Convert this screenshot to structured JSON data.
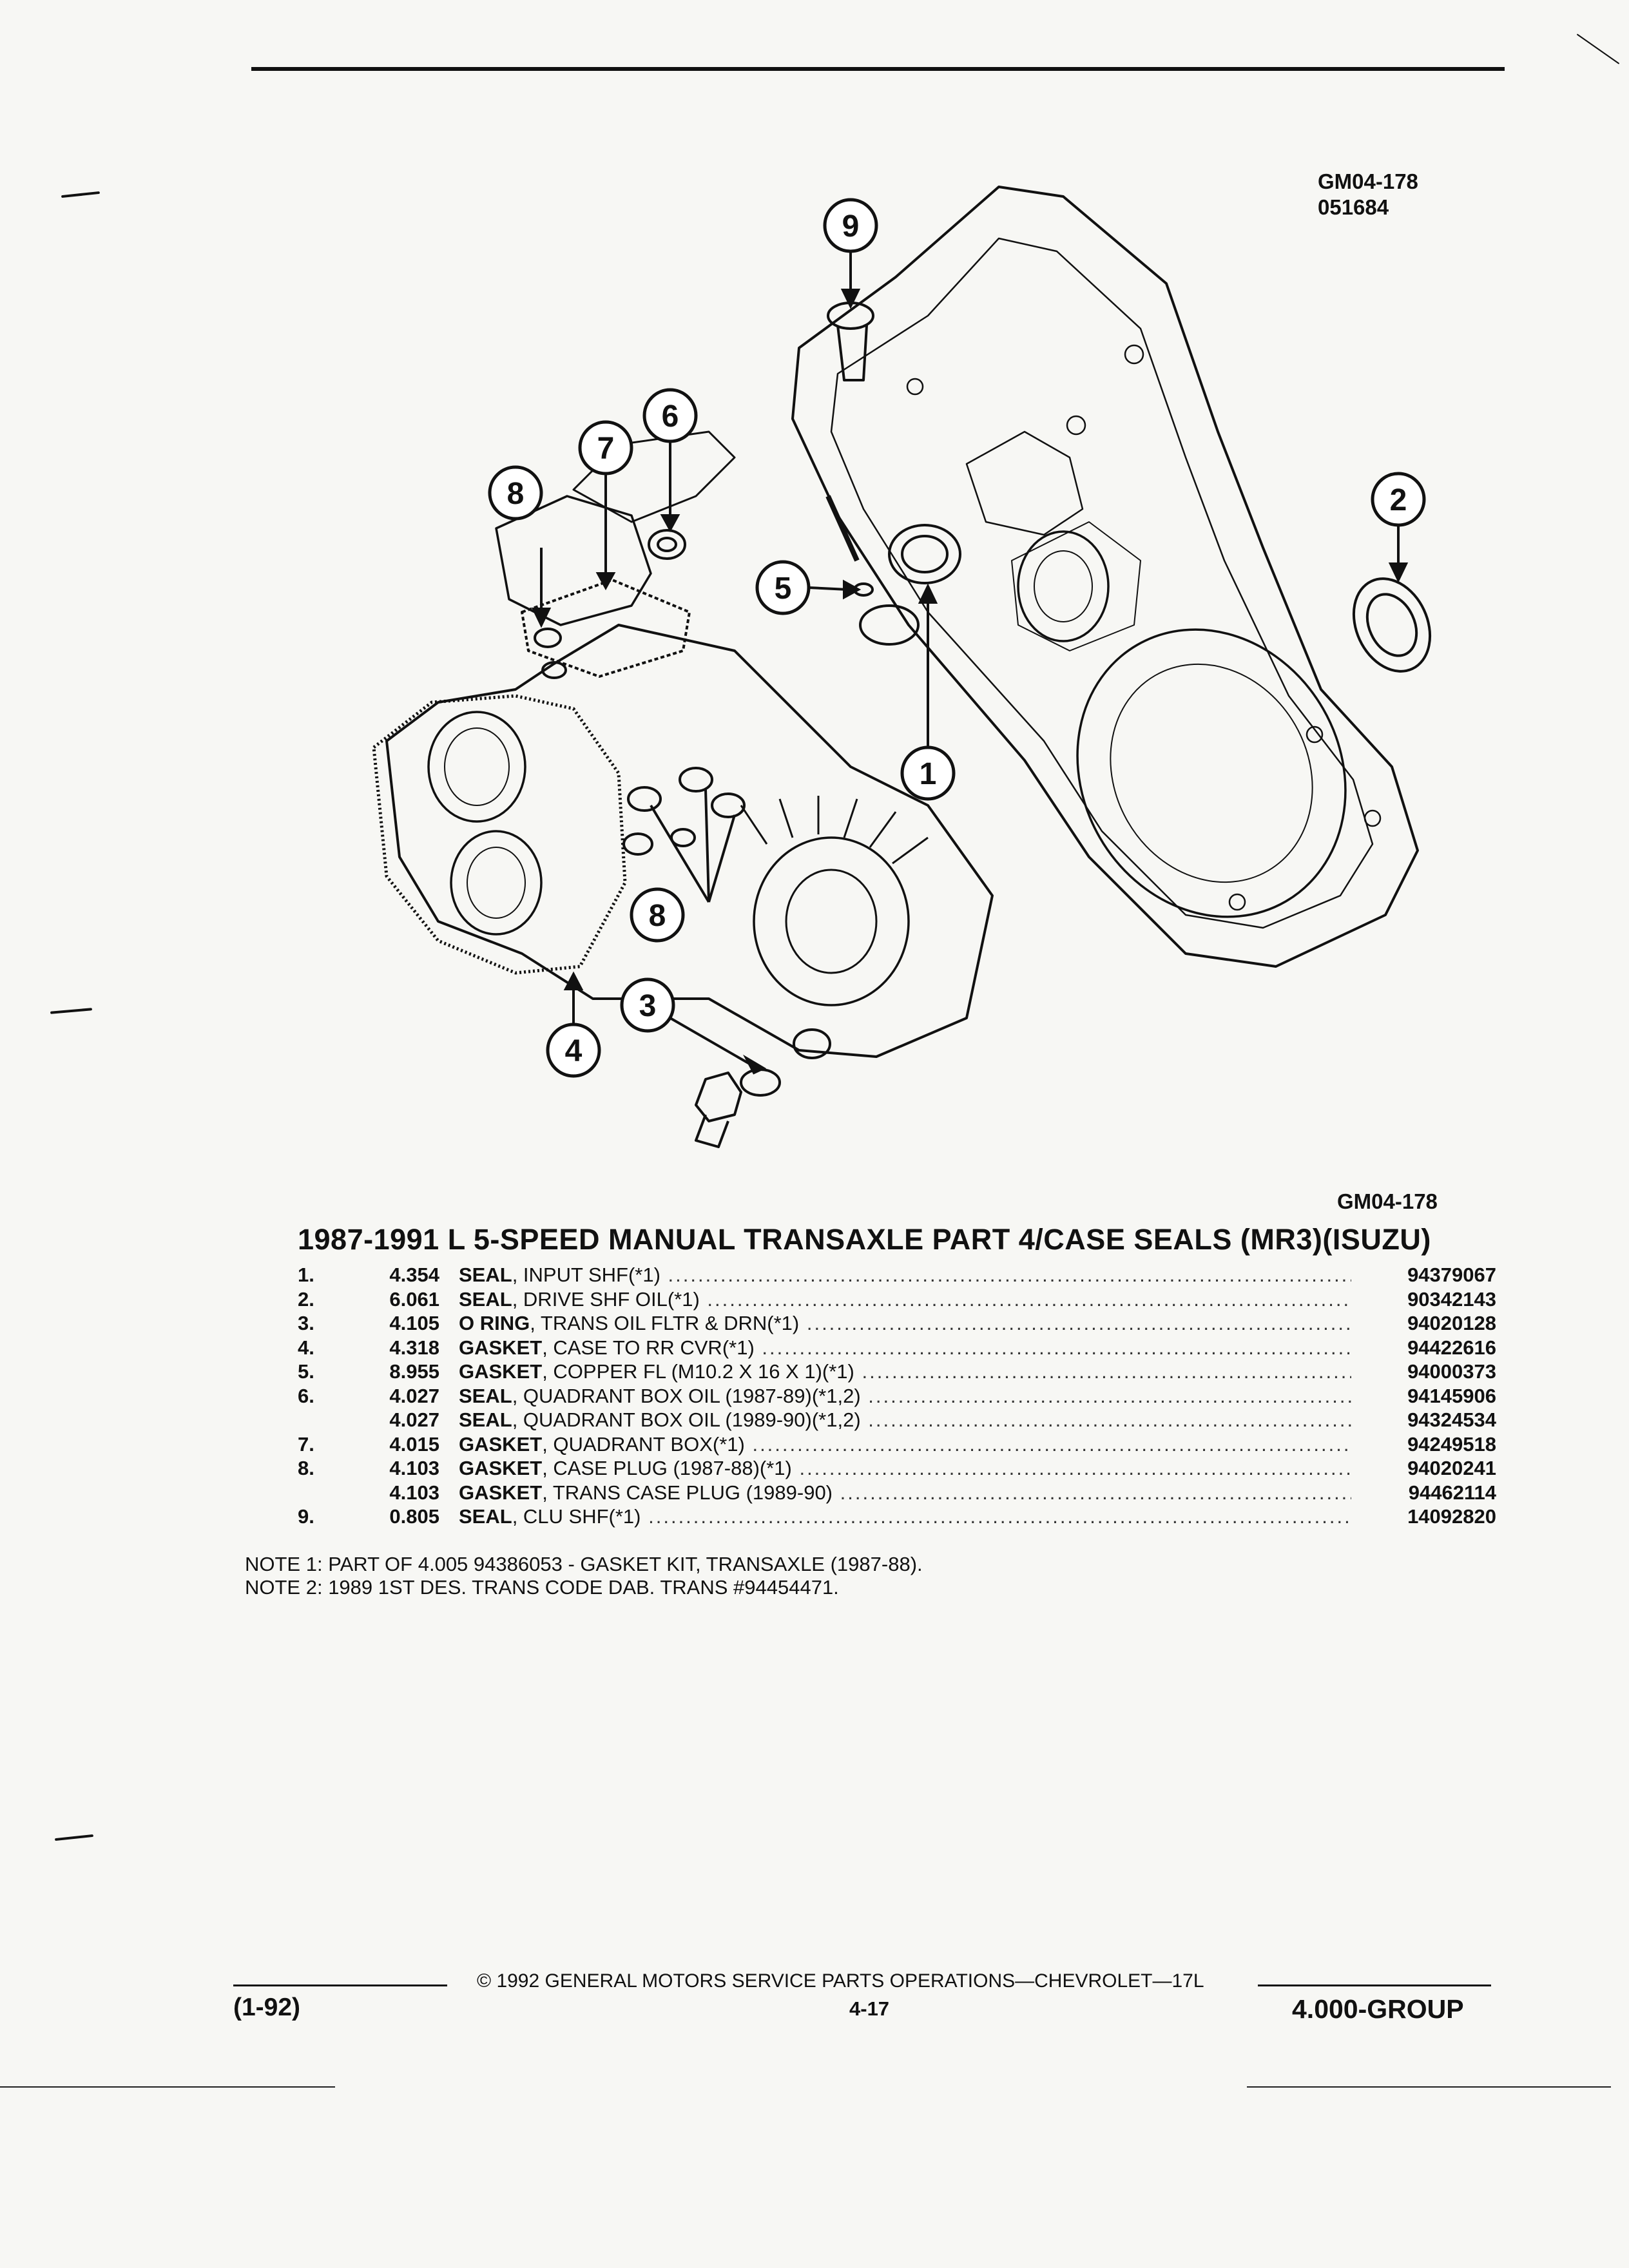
{
  "header": {
    "ref_code_top": "GM04-178",
    "ref_serial": "051684",
    "ref_code_bottom": "GM04-178"
  },
  "diagram": {
    "callouts": [
      "1",
      "2",
      "3",
      "4",
      "5",
      "6",
      "7",
      "8",
      "8",
      "9"
    ]
  },
  "title": "1987-1991 L 5-SPEED MANUAL TRANSAXLE PART 4/CASE SEALS (MR3)(ISUZU)",
  "parts": [
    {
      "num": "1.",
      "code": "4.354",
      "name": "SEAL",
      "detail": ", INPUT SHF(*1)",
      "pn": "94379067"
    },
    {
      "num": "2.",
      "code": "6.061",
      "name": "SEAL",
      "detail": ", DRIVE SHF OIL(*1)",
      "pn": "90342143"
    },
    {
      "num": "3.",
      "code": "4.105",
      "name": "O RING",
      "detail": ", TRANS OIL FLTR & DRN(*1)",
      "pn": "94020128"
    },
    {
      "num": "4.",
      "code": "4.318",
      "name": "GASKET",
      "detail": ", CASE TO RR CVR(*1)",
      "pn": "94422616"
    },
    {
      "num": "5.",
      "code": "8.955",
      "name": "GASKET",
      "detail": ", COPPER FL (M10.2 X 16 X 1)(*1)",
      "pn": "94000373"
    },
    {
      "num": "6.",
      "code": "4.027",
      "name": "SEAL",
      "detail": ", QUADRANT BOX OIL (1987-89)(*1,2)",
      "pn": "94145906"
    },
    {
      "num": "",
      "code": "4.027",
      "name": "SEAL",
      "detail": ", QUADRANT BOX OIL (1989-90)(*1,2)",
      "pn": "94324534"
    },
    {
      "num": "7.",
      "code": "4.015",
      "name": "GASKET",
      "detail": ", QUADRANT BOX(*1)",
      "pn": "94249518"
    },
    {
      "num": "8.",
      "code": "4.103",
      "name": "GASKET",
      "detail": ", CASE PLUG (1987-88)(*1)",
      "pn": "94020241"
    },
    {
      "num": "",
      "code": "4.103",
      "name": "GASKET",
      "detail": ", TRANS CASE PLUG (1989-90)",
      "pn": "94462114"
    },
    {
      "num": "9.",
      "code": "0.805",
      "name": "SEAL",
      "detail": ", CLU SHF(*1)",
      "pn": "14092820"
    }
  ],
  "notes": [
    "NOTE  1:  PART OF 4.005 94386053 - GASKET KIT, TRANSAXLE (1987-88).",
    "NOTE  2:  1989 1ST DES. TRANS CODE DAB. TRANS #94454471."
  ],
  "footer": {
    "copyright": "©  1992  GENERAL MOTORS SERVICE PARTS OPERATIONS—CHEVROLET—17L",
    "page": "4-17",
    "date": "(1-92)",
    "group": "4.000-GROUP"
  }
}
